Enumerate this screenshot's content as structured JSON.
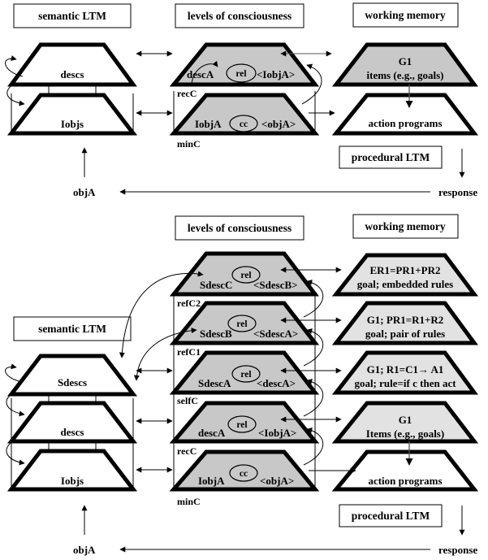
{
  "top": {
    "semantic_ltm": "semantic LTM",
    "levels_of_consciousness": "levels of consciousness",
    "working_memory": "working memory",
    "procedural_ltm": "procedural LTM",
    "ltm_levels": [
      "descs",
      "Iobjs"
    ],
    "consciousness_levels": [
      {
        "left": "descA",
        "oval": "rel",
        "right": "<IobjA>",
        "tag": "recC"
      },
      {
        "left": "IobjA",
        "oval": "cc",
        "right": "<objA>",
        "tag": "minC"
      }
    ],
    "wm_levels": [
      {
        "line1": "G1",
        "line2": "items (e.g., goals)"
      },
      {
        "line1": "action programs",
        "line2": ""
      }
    ],
    "input": "objA",
    "output": "response"
  },
  "bottom": {
    "semantic_ltm": "semantic LTM",
    "levels_of_consciousness": "levels of consciousness",
    "working_memory": "working memory",
    "procedural_ltm": "procedural LTM",
    "ltm_levels": [
      "Sdescs",
      "descs",
      "Iobjs"
    ],
    "consciousness_levels": [
      {
        "left": "SdescC",
        "oval": "rel",
        "right": "<SdescB>",
        "tag": "refC2"
      },
      {
        "left": "SdescB",
        "oval": "rel",
        "right": "<SdescA>",
        "tag": "refC1"
      },
      {
        "left": "SdescA",
        "oval": "rel",
        "right": "<descA>",
        "tag": "selfC"
      },
      {
        "left": "descA",
        "oval": "rel",
        "right": "<IobjA>",
        "tag": "recC"
      },
      {
        "left": "IobjA",
        "oval": "cc",
        "right": "<objA>",
        "tag": "minC"
      }
    ],
    "wm_levels": [
      {
        "line1": "ER1=PR1+PR2",
        "line2": "goal; embedded rules"
      },
      {
        "line1": "G1; PR1=R1+R2",
        "line2": "goal; pair of rules"
      },
      {
        "line1": "G1; R1=C1→ A1",
        "line2": "goal; rule=if c then act"
      },
      {
        "line1": "G1",
        "line2": "Items (e.g., goals)"
      },
      {
        "line1": "action programs",
        "line2": ""
      }
    ],
    "input": "objA",
    "output": "response"
  },
  "colors": {
    "line": "#000000",
    "shaded_dark": "#c8c8c8",
    "shaded_light": "#e2e2e2",
    "background": "#ffffff"
  }
}
